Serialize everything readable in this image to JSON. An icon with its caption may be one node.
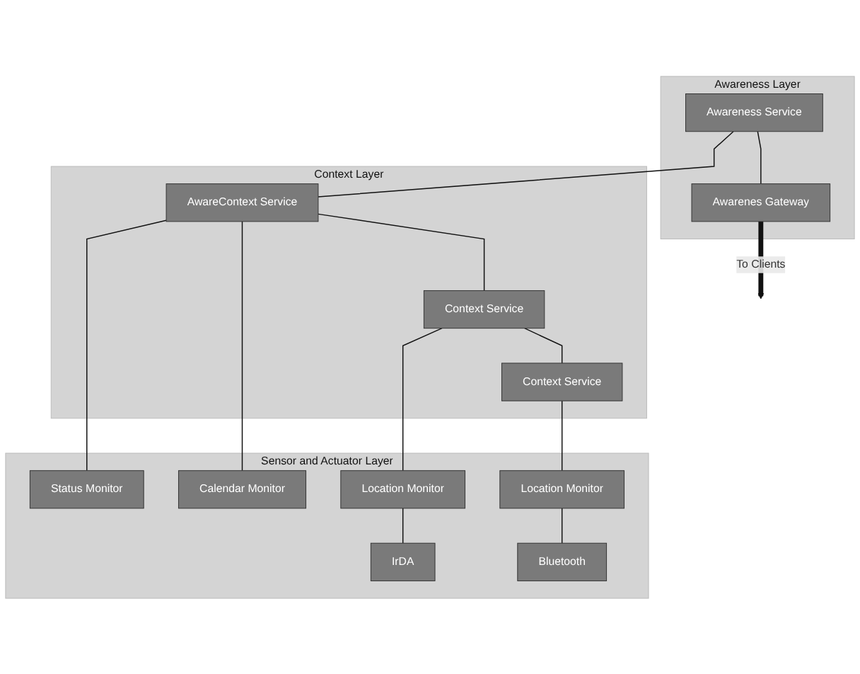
{
  "diagram": {
    "nodes": [
      {
        "text": [
          "Awareness Layer"
        ]
      },
      {
        "text": [
          "Awareness Service"
        ],
        "in": 0
      },
      {
        "text": [
          "Awarenes Gateway"
        ],
        "in": 0
      },
      {
        "text": [
          "Context Layer"
        ]
      },
      {
        "text": [
          "AwareContext Service"
        ],
        "in": 3
      },
      {
        "text": [
          "Context Service"
        ],
        "in": 3
      },
      {
        "text": [
          "Context Service"
        ],
        "in": 3
      },
      {
        "text": [
          "Sensor and Actuator Layer"
        ]
      },
      {
        "text": [
          "Status Monitor"
        ],
        "in": 7
      },
      {
        "text": [
          "Calendar Monitor"
        ],
        "in": 7
      },
      {
        "text": [
          "Location Monitor"
        ],
        "in": 7
      },
      {
        "text": [
          "Location Monitor"
        ],
        "in": 7
      },
      {
        "text": [
          "IrDA"
        ],
        "in": 7
      },
      {
        "text": [
          "Bluetooth"
        ],
        "in": 7
      }
    ],
    "edges": [
      {
        "from": 2,
        "to": null,
        "arrow": "to",
        "label": "To Clients",
        "style": "thick"
      },
      {
        "from": 1,
        "to": 2,
        "arrow": "none"
      },
      {
        "from": 1,
        "to": 4,
        "arrow": "none"
      },
      {
        "from": 4,
        "to": 5,
        "arrow": "none"
      },
      {
        "from": 5,
        "to": 6,
        "arrow": "none"
      },
      {
        "from": 4,
        "to": 8,
        "arrow": "none"
      },
      {
        "from": 4,
        "to": 9,
        "arrow": "none"
      },
      {
        "from": 5,
        "to": 10,
        "arrow": "none"
      },
      {
        "from": 6,
        "to": 11,
        "arrow": "none"
      },
      {
        "from": 10,
        "to": 12,
        "arrow": "none"
      },
      {
        "from": 11,
        "to": 13,
        "arrow": "none"
      }
    ]
  }
}
